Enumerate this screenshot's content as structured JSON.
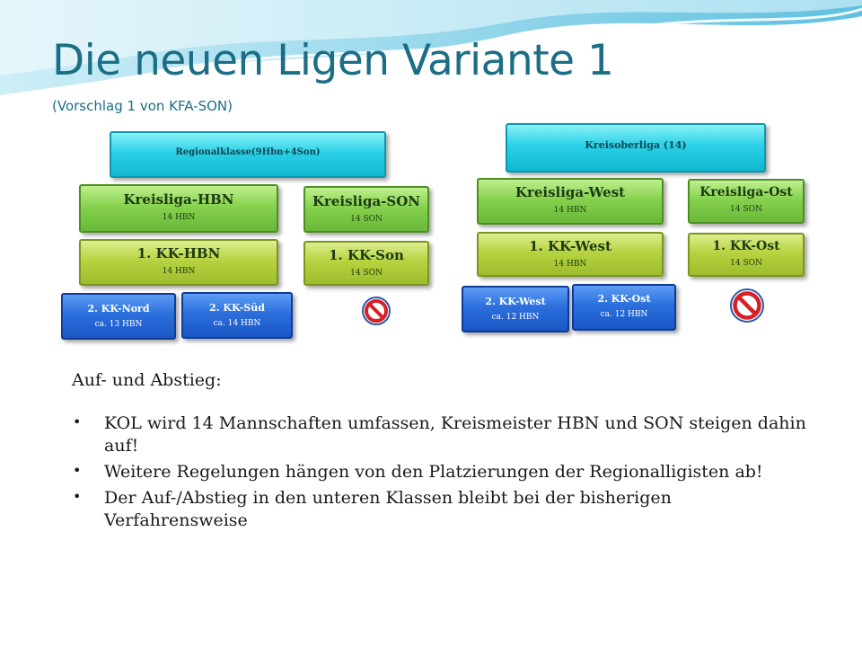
{
  "slide": {
    "title": "Die neuen Ligen Variante 1",
    "subtitle": "(Vorschlag 1 von KFA-SON)"
  },
  "colors": {
    "title": "#1b6e86",
    "cyan_box": "#2ad0e6",
    "green_box": "#86d24e",
    "olive_box": "#b7d341",
    "blue_box": "#2b6fdd",
    "no_sign": "#d81f26"
  },
  "left_diagram": {
    "top": {
      "title": "Regionalklasse(9Hbn+4Son)"
    },
    "row1": [
      {
        "title": "Kreisliga-HBN",
        "sub": "14 HBN"
      },
      {
        "title": "Kreisliga-SON",
        "sub": "14 SON"
      }
    ],
    "row2": [
      {
        "title": "1. KK-HBN",
        "sub": "14 HBN"
      },
      {
        "title": "1. KK-Son",
        "sub": "14 SON"
      }
    ],
    "row3": [
      {
        "title": "2. KK-Nord",
        "sub": "ca. 13 HBN"
      },
      {
        "title": "2. KK-Süd",
        "sub": "ca. 14 HBN"
      }
    ],
    "no_entry_icon": "prohibition-icon"
  },
  "right_diagram": {
    "top": {
      "title": "Kreisoberliga (14)"
    },
    "row1": [
      {
        "title": "Kreisliga-West",
        "sub": "14 HBN"
      },
      {
        "title": "Kreisliga-Ost",
        "sub": "14 SON"
      }
    ],
    "row2": [
      {
        "title": "1. KK-West",
        "sub": "14 HBN"
      },
      {
        "title": "1. KK-Ost",
        "sub": "14 SON"
      }
    ],
    "row3": [
      {
        "title": "2. KK-West",
        "sub": "ca. 12 HBN"
      },
      {
        "title": "2. KK-Ost",
        "sub": "ca. 12 HBN"
      }
    ],
    "no_entry_icon": "prohibition-icon"
  },
  "text": {
    "heading": "Auf- und Abstieg:",
    "bullets": [
      "KOL wird 14 Mannschaften umfassen, Kreismeister HBN und SON steigen dahin auf!",
      "Weitere Regelungen hängen von den Platzierungen der Regionalligisten ab!",
      "Der Auf-/Abstieg in den unteren Klassen bleibt bei der bisherigen Verfahrensweise"
    ]
  }
}
